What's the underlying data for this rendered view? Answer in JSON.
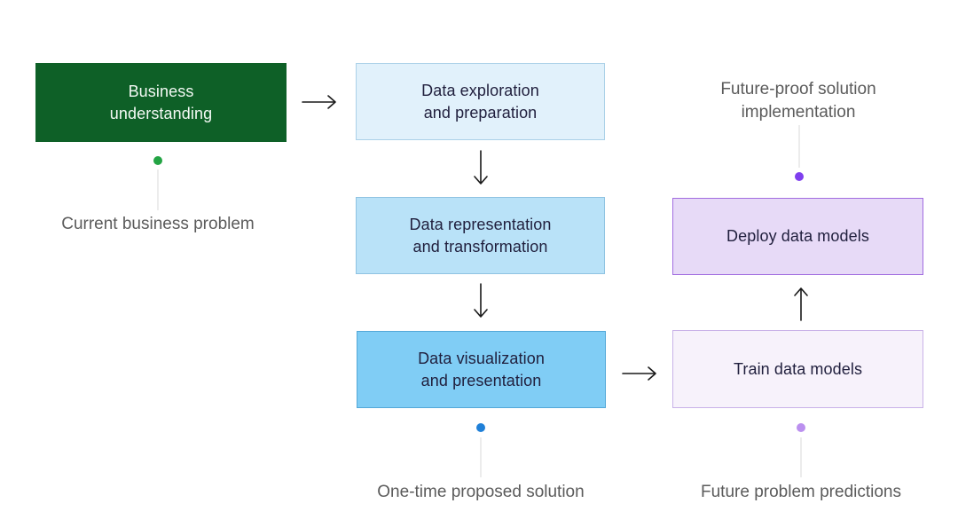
{
  "diagram": {
    "background": "#ffffff",
    "arrow_color": "#191919",
    "connector_line_color": "#d9d9d9",
    "annotation_text_color": "#5b5b5b",
    "boxes": [
      {
        "id": "business-understanding",
        "label": "Business\nunderstanding",
        "fill": "#0e6027",
        "border": "#0e6027",
        "text_color": "#f4faf5"
      },
      {
        "id": "data-exploration",
        "label": "Data exploration\nand preparation",
        "fill": "#e1f1fb",
        "border": "#abd1e8",
        "text_color": "#201f3d"
      },
      {
        "id": "data-representation",
        "label": "Data representation\nand transformation",
        "fill": "#b9e2f8",
        "border": "#8fc3e2",
        "text_color": "#201f3d"
      },
      {
        "id": "data-visualization",
        "label": "Data visualization\nand presentation",
        "fill": "#80cdf5",
        "border": "#54a8d8",
        "text_color": "#201f3d"
      },
      {
        "id": "deploy-data-models",
        "label": "Deploy data models",
        "fill": "#e7daf7",
        "border": "#a16ce0",
        "text_color": "#201f3d"
      },
      {
        "id": "train-data-models",
        "label": "Train data models",
        "fill": "#f7f2fb",
        "border": "#c9b2e8",
        "text_color": "#201f3d"
      }
    ],
    "annotations": [
      {
        "id": "current-business-problem",
        "text": "Current business problem",
        "dot_color": "#23a444"
      },
      {
        "id": "future-proof-solution-implementation",
        "text": "Future-proof solution\nimplementation",
        "dot_color": "#7f3fee"
      },
      {
        "id": "one-time-proposed-solution",
        "text": "One-time proposed solution",
        "dot_color": "#1f80d8"
      },
      {
        "id": "future-problem-predictions",
        "text": "Future problem predictions",
        "dot_color": "#bb90ef"
      }
    ]
  }
}
